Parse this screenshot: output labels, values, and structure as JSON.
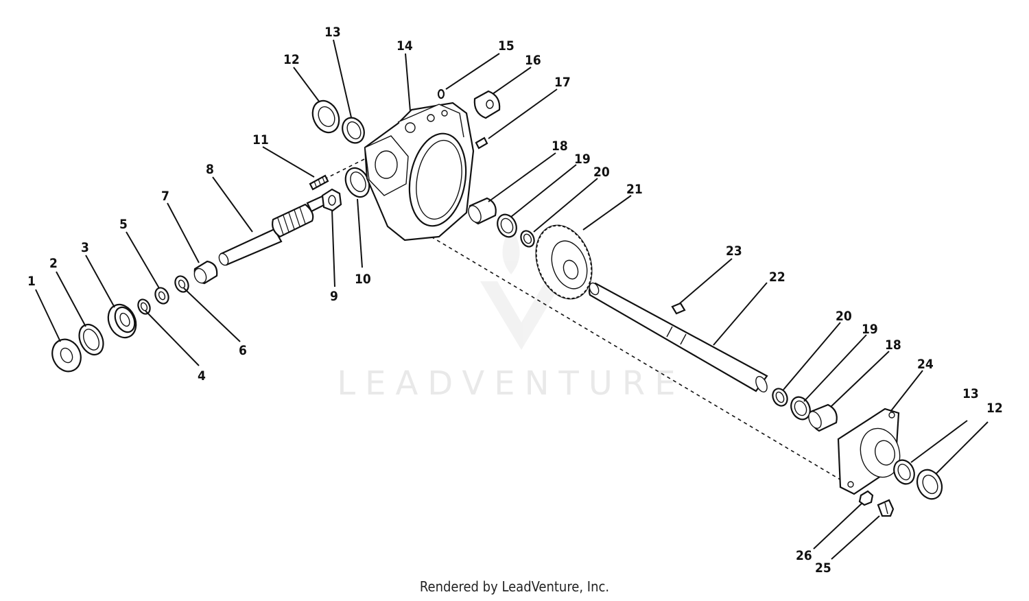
{
  "watermark": {
    "text": "LEADVENTURE"
  },
  "footer": {
    "text": "Rendered by LeadVenture, Inc."
  },
  "callouts": {
    "n1": "1",
    "n2": "2",
    "n3": "3",
    "n4": "4",
    "n5": "5",
    "n6": "6",
    "n7": "7",
    "n8": "8",
    "n9": "9",
    "n10": "10",
    "n11": "11",
    "n12a": "12",
    "n13a": "13",
    "n14": "14",
    "n15": "15",
    "n16": "16",
    "n17": "17",
    "n18a": "18",
    "n19a": "19",
    "n20a": "20",
    "n21": "21",
    "n22": "22",
    "n23": "23",
    "n20b": "20",
    "n19b": "19",
    "n18b": "18",
    "n24": "24",
    "n13b": "13",
    "n12b": "12",
    "n26": "26",
    "n25": "25"
  }
}
